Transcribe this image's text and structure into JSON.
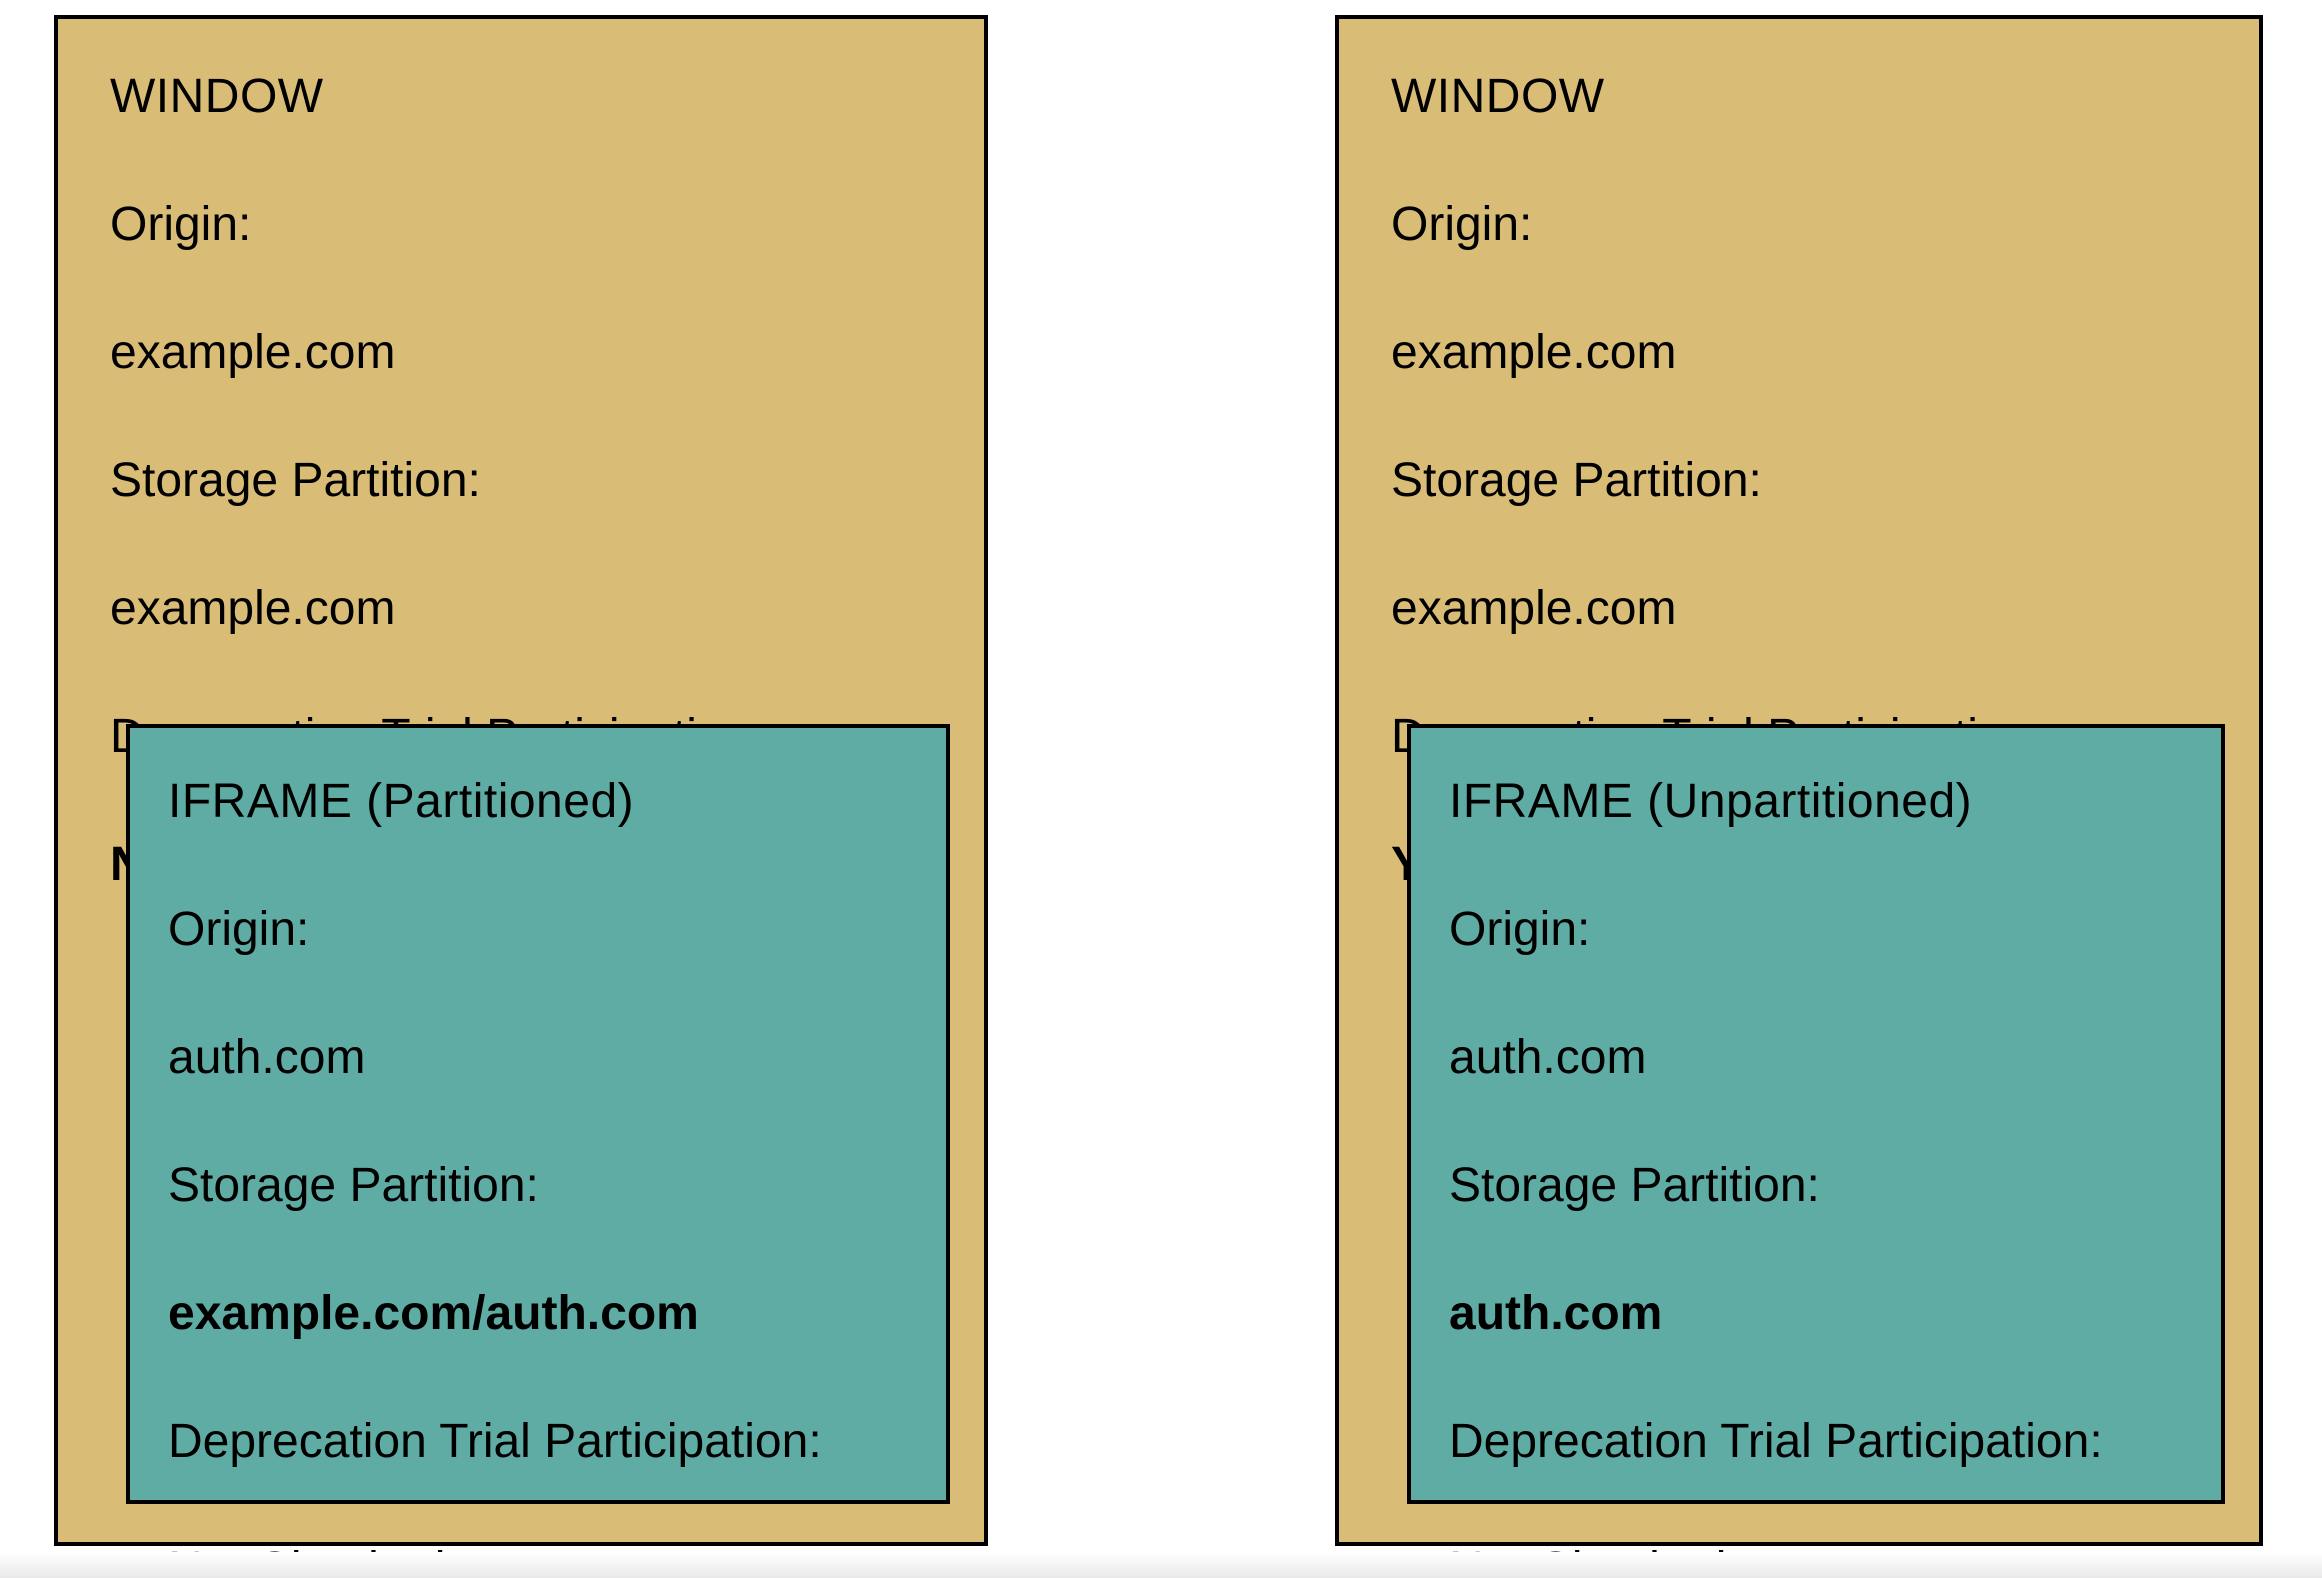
{
  "colors": {
    "window_bg": "#D9BD76",
    "iframe_bg": "#5FACA4",
    "border": "#000000",
    "page_bg": "#FFFFFF"
  },
  "windows": [
    {
      "title": "WINDOW",
      "origin_label": "Origin:",
      "origin_value": "example.com",
      "storage_label": "Storage Partition:",
      "storage_value": "example.com",
      "trial_label": "Deprecation Trial Participation:",
      "trial_value": "No",
      "iframe": {
        "title": "IFRAME (Partitioned)",
        "origin_label": "Origin:",
        "origin_value": "auth.com",
        "storage_label": "Storage Partition:",
        "storage_value": "example.com/auth.com",
        "trial_label": "Deprecation Trial Participation:",
        "trial_value": "Not Checked"
      }
    },
    {
      "title": "WINDOW",
      "origin_label": "Origin:",
      "origin_value": "example.com",
      "storage_label": "Storage Partition:",
      "storage_value": "example.com",
      "trial_label": "Deprecation Trial Participation:",
      "trial_value": "Yes",
      "iframe": {
        "title": "IFRAME (Unpartitioned)",
        "origin_label": "Origin:",
        "origin_value": "auth.com",
        "storage_label": "Storage Partition:",
        "storage_value": "auth.com",
        "trial_label": "Deprecation Trial Participation:",
        "trial_value": "Not Checked"
      }
    }
  ]
}
